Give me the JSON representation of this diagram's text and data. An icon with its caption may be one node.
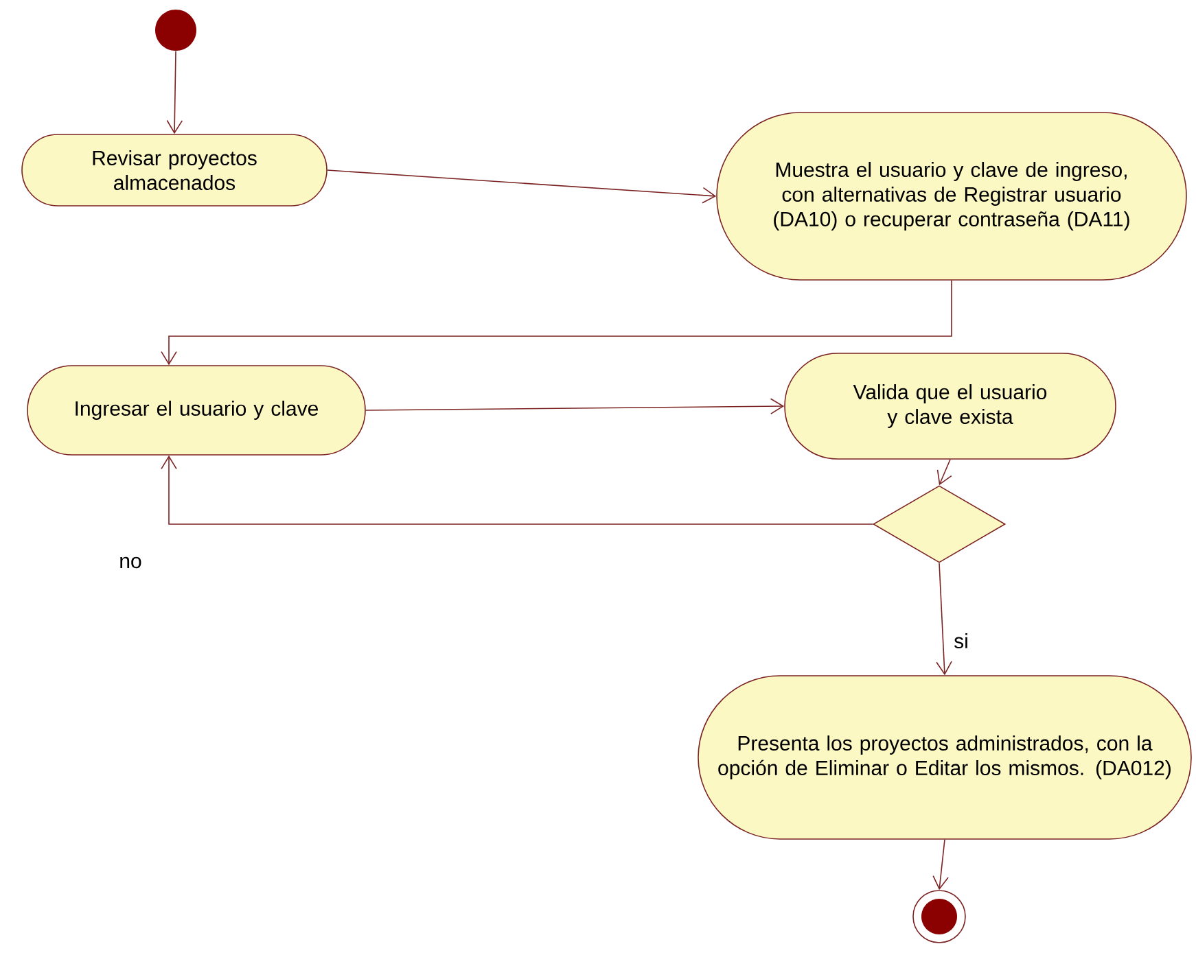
{
  "diagram": {
    "nodes": [
      {
        "text": [],
        "shape": "circle"
      },
      {
        "text": [
          "Revisar proyectos almacenados"
        ]
      },
      {
        "text": [
          "Muestra el usuario y clave de ingreso, con alternativas de Registrar usuario (DA10) o recuperar contraseña (DA11)"
        ]
      },
      {
        "text": [
          "Ingresar el usuario y clave"
        ]
      },
      {
        "text": [
          "Valida que el usuario y clave exista"
        ]
      },
      {
        "text": [],
        "shape": "diamond"
      },
      {
        "text": [
          "Presenta los proyectos administrados, con la opción de Eliminar o Editar los mismos. (DA012)"
        ]
      },
      {
        "text": [],
        "shape": "bullseye"
      }
    ],
    "edges": [
      {
        "from": 0,
        "to": 1,
        "arrow": "to"
      },
      {
        "from": 1,
        "to": 2,
        "arrow": "to"
      },
      {
        "from": 2,
        "to": 3,
        "arrow": "to"
      },
      {
        "from": 3,
        "to": 4,
        "arrow": "to"
      },
      {
        "from": 4,
        "to": 5,
        "arrow": "to"
      },
      {
        "from": 5,
        "to": 3,
        "arrow": "to",
        "label": "no"
      },
      {
        "from": 5,
        "to": 6,
        "arrow": "to",
        "label": "si"
      },
      {
        "from": 6,
        "to": 7,
        "arrow": "to"
      }
    ]
  }
}
